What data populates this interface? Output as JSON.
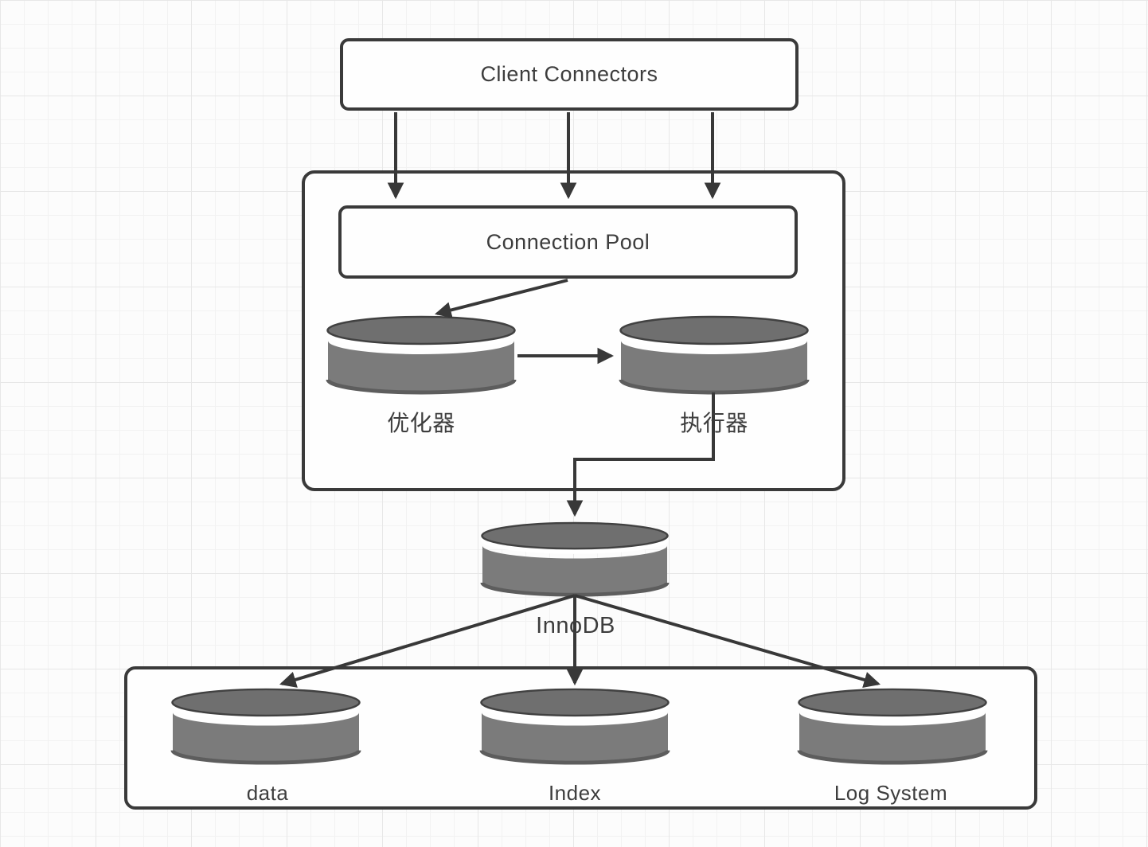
{
  "nodes": {
    "client_connectors": {
      "label": "Client Connectors",
      "shape": "rectangle"
    },
    "connection_pool": {
      "label": "Connection Pool",
      "shape": "rectangle"
    },
    "optimizer": {
      "label": "优化器",
      "shape": "cylinder"
    },
    "executor": {
      "label": "执行器",
      "shape": "cylinder"
    },
    "innodb": {
      "label": "InnoDB",
      "shape": "cylinder"
    },
    "data": {
      "label": "data",
      "shape": "cylinder"
    },
    "index": {
      "label": "Index",
      "shape": "cylinder"
    },
    "log_system": {
      "label": "Log System",
      "shape": "cylinder"
    }
  },
  "edges": [
    {
      "from": "client_connectors",
      "to": "connection_pool",
      "count": 3
    },
    {
      "from": "connection_pool",
      "to": "optimizer"
    },
    {
      "from": "optimizer",
      "to": "executor"
    },
    {
      "from": "executor",
      "to": "innodb"
    },
    {
      "from": "innodb",
      "to": "data"
    },
    {
      "from": "innodb",
      "to": "index"
    },
    {
      "from": "innodb",
      "to": "log_system"
    }
  ],
  "colors": {
    "line": "#383838",
    "box_border": "#3a3a3a",
    "box_fill": "#fefefe",
    "cylinder_body": "#7b7b7b",
    "cylinder_top": "#6f6f6f",
    "cylinder_rim": "#414141",
    "cylinder_bottom_rim": "#5d5d5d",
    "text": "#3d3d3d",
    "background": "#fcfcfc",
    "grid_line": "#e7e7e7"
  }
}
